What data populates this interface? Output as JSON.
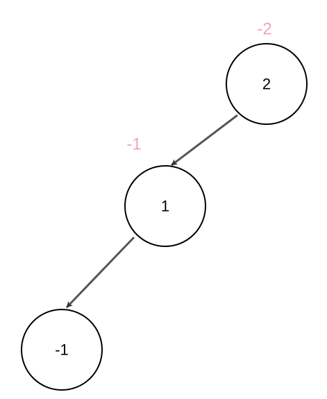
{
  "diagram": {
    "type": "binary-tree",
    "nodes": [
      {
        "id": "n2",
        "value": "2",
        "balance_factor": "-2"
      },
      {
        "id": "n1",
        "value": "1",
        "balance_factor": "-1"
      },
      {
        "id": "nm1",
        "value": "-1",
        "balance_factor": ""
      }
    ],
    "edges": [
      {
        "from": "n2",
        "to": "n1"
      },
      {
        "from": "n1",
        "to": "nm1"
      }
    ]
  },
  "colors": {
    "node_stroke": "#000000",
    "node_fill": "#ffffff",
    "edge": "#555555",
    "balance_factor_text": "#f4a0c0"
  }
}
